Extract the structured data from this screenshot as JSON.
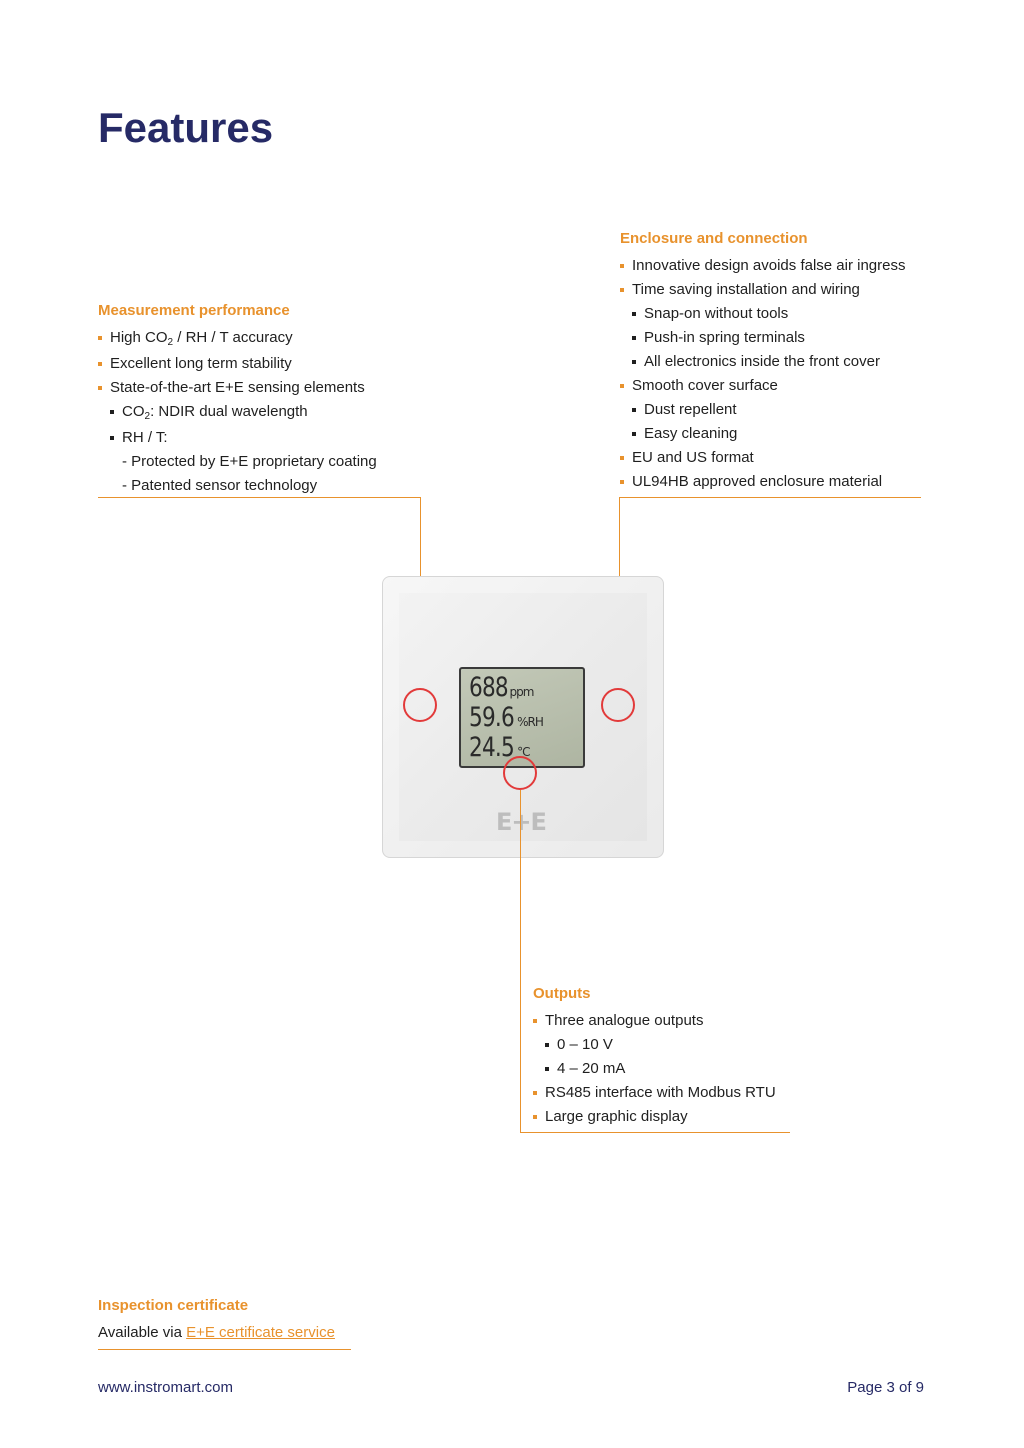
{
  "page": {
    "title": "Features"
  },
  "measurement": {
    "heading": "Measurement performance",
    "items": [
      {
        "pre": "High CO",
        "sub": "2",
        "post": " / RH / T accuracy"
      },
      {
        "text": "Excellent long term stability"
      },
      {
        "text": "State-of-the-art E+E sensing elements"
      },
      {
        "pre": "CO",
        "sub": "2",
        "post": ": NDIR dual wavelength"
      },
      {
        "text": "RH / T:"
      },
      {
        "text": "- Protected by E+E proprietary coating"
      },
      {
        "text": "- Patented sensor technology"
      }
    ]
  },
  "enclosure": {
    "heading": "Enclosure and connection",
    "items": [
      "Innovative design avoids false air ingress",
      "Time saving installation and wiring",
      "Snap-on without tools",
      "Push-in spring terminals",
      "All electronics inside the front cover",
      "Smooth cover surface",
      "Dust repellent",
      "Easy cleaning",
      "EU and US format",
      "UL94HB approved enclosure material"
    ]
  },
  "device": {
    "display": [
      {
        "value": "688",
        "unit": "ppm"
      },
      {
        "value": "59.6",
        "unit": "%RH"
      },
      {
        "value": "24.5",
        "unit": "°C"
      }
    ],
    "logo": "E+E"
  },
  "outputs": {
    "heading": "Outputs",
    "items": [
      "Three analogue outputs",
      "0 – 10 V",
      "4 – 20 mA",
      "RS485 interface with Modbus RTU",
      "Large graphic display"
    ]
  },
  "certificate": {
    "heading": "Inspection certificate",
    "text": "Available via ",
    "link": "E+E certificate service"
  },
  "footer": {
    "website": "www.instromart.com",
    "page": "Page 3 of 9"
  },
  "colors": {
    "title": "#262a66",
    "accent": "#e8922d",
    "marker": "#e23a3a"
  }
}
